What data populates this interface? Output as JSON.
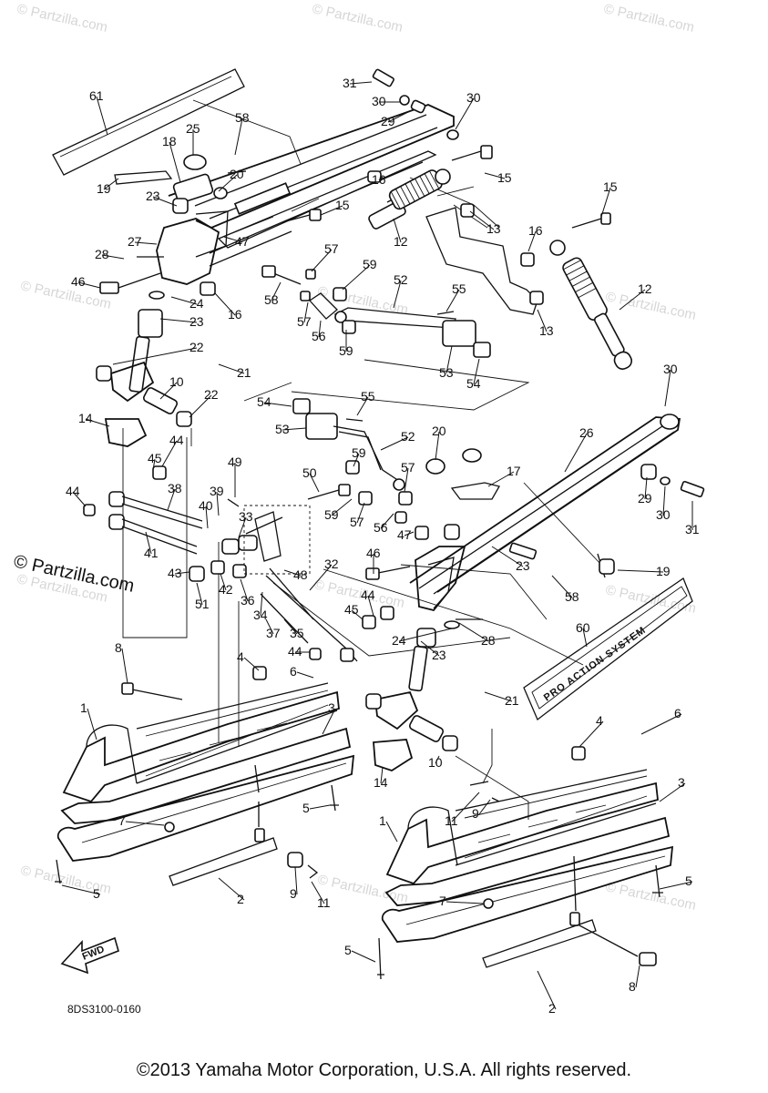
{
  "watermark": "© Partzilla.com",
  "side_logo": "© Partzilla.com",
  "diagram_ref": "8DS3100-0160",
  "fwd_label": "FWD",
  "decal_text": "PRO ACTION SYSTEM",
  "copyright": "©2013 Yamaha Motor Corporation, U.S.A. All rights reserved.",
  "callouts": [
    "1",
    "2",
    "3",
    "4",
    "5",
    "6",
    "7",
    "8",
    "9",
    "10",
    "11",
    "12",
    "13",
    "14",
    "15",
    "16",
    "17",
    "18",
    "19",
    "20",
    "21",
    "22",
    "23",
    "24",
    "25",
    "26",
    "27",
    "28",
    "29",
    "30",
    "31",
    "32",
    "33",
    "34",
    "35",
    "36",
    "37",
    "38",
    "39",
    "40",
    "41",
    "42",
    "43",
    "44",
    "45",
    "46",
    "47",
    "48",
    "49",
    "50",
    "51",
    "52",
    "53",
    "54",
    "55",
    "56",
    "57",
    "58",
    "59",
    "60",
    "61"
  ]
}
